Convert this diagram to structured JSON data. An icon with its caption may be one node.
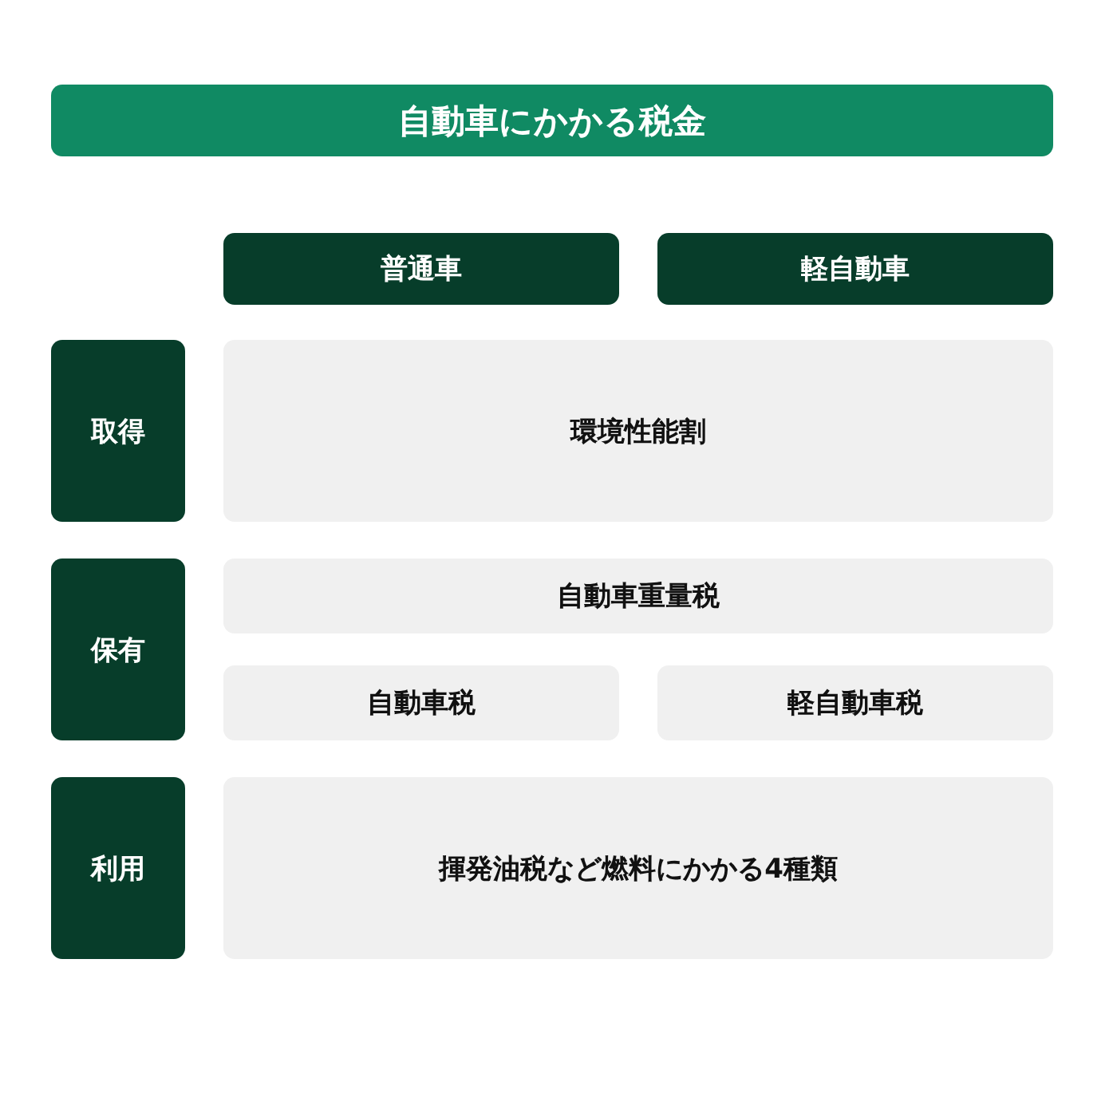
{
  "diagram": {
    "title": "自動車にかかる税金",
    "nodes": [
      {
        "text": [
          "普通車"
        ]
      },
      {
        "text": [
          "軽自動車"
        ]
      },
      {
        "text": [
          "取得"
        ]
      },
      {
        "text": [
          "環境性能割"
        ]
      },
      {
        "text": [
          "保有"
        ]
      },
      {
        "text": [
          "自動車重量税"
        ]
      },
      {
        "text": [
          "自動車税"
        ]
      },
      {
        "text": [
          "軽自動車税"
        ]
      },
      {
        "text": [
          "利用"
        ]
      },
      {
        "text": [
          "揮発油税など燃料にかかる4種類"
        ]
      }
    ]
  }
}
